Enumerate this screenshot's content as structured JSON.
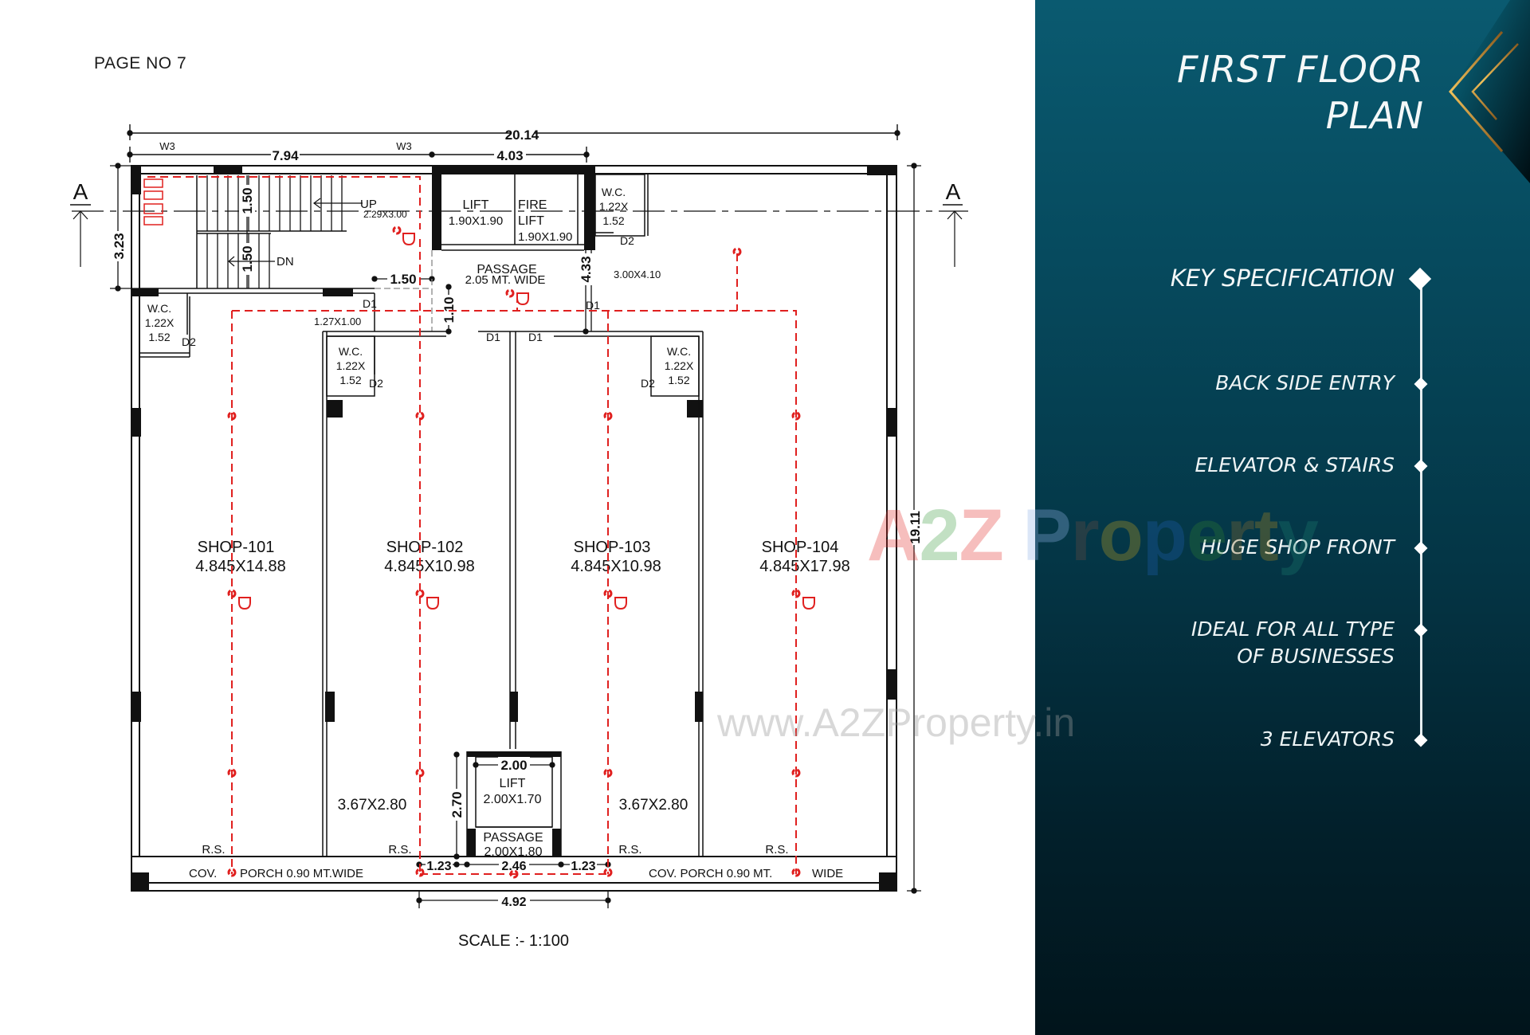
{
  "page": {
    "page_number_label": "PAGE NO 7",
    "scale_label": "SCALE :- 1:100"
  },
  "plan": {
    "overall_dims": {
      "width": "20.14",
      "depth": "19.11",
      "left_block": "7.94",
      "lift_core": "4.03",
      "stair_depth": "3.23",
      "passage_depth": "4.33",
      "front_lift_span": "4.92",
      "front_left": "1.23",
      "front_mid": "2.46",
      "front_right": "1.23",
      "front_lift_depth": "2.70",
      "front_lift_width": "2.00",
      "stair_flight_1": "1.50",
      "stair_flight_2": "1.50",
      "passage_offset": "1.50",
      "passage_gap": "1.10"
    },
    "section_marks": [
      "A",
      "A"
    ],
    "window_tags": [
      "W3",
      "W3"
    ],
    "door_tags": {
      "d1": "D1",
      "d2": "D2"
    },
    "stairs": {
      "up_label": "UP",
      "down_label": "DN",
      "size": "2.29X3.00"
    },
    "lift": {
      "label": "LIFT",
      "size": "1.90X1.90"
    },
    "fire_lift": {
      "label_1": "FIRE",
      "label_2": "LIFT",
      "size": "1.90X1.90"
    },
    "passage": {
      "label": "PASSAGE",
      "size": "2.05 MT. WIDE"
    },
    "wc": {
      "label": "W.C.",
      "size_1": "1.22X",
      "size_2": "1.52"
    },
    "room_back_right": "3.00X4.10",
    "room_back_left": "1.27X1.00",
    "shops": [
      {
        "name": "SHOP-101",
        "size": "4.845X14.88"
      },
      {
        "name": "SHOP-102",
        "size": "4.845X10.98"
      },
      {
        "name": "SHOP-103",
        "size": "4.845X10.98"
      },
      {
        "name": "SHOP-104",
        "size": "4.845X17.98"
      }
    ],
    "front_lift": {
      "label": "LIFT",
      "size": "2.00X1.70"
    },
    "front_passage": {
      "label": "PASSAGE",
      "size": "2.00X1.80"
    },
    "front_room_size": "3.67X2.80",
    "rs_label": "R.S.",
    "porch_left": {
      "part_1": "COV.",
      "part_2": "PORCH 0.90 MT.WIDE"
    },
    "porch_right": {
      "part_1": "COV. PORCH 0.90 MT.",
      "part_2": "WIDE"
    }
  },
  "watermark": {
    "brand_letters": [
      "A",
      "2",
      "Z",
      " ",
      "P",
      "r",
      "o",
      "p",
      "e",
      "r",
      "t",
      "y"
    ],
    "url": "www.A2ZProperty.in"
  },
  "side_panel": {
    "title_line_1": "FIRST FLOOR",
    "title_line_2": "PLAN",
    "spec_heading": "KEY SPECIFICATION",
    "specs": [
      {
        "line_1": "BACK SIDE ENTRY"
      },
      {
        "line_1": "ELEVATOR & STAIRS"
      },
      {
        "line_1": "HUGE SHOP FRONT"
      },
      {
        "line_1": "IDEAL FOR ALL TYPE",
        "line_2": "OF BUSINESSES"
      },
      {
        "line_1": "3 ELEVATORS"
      }
    ],
    "colors": {
      "panel_top": "#0a5a70",
      "panel_bottom": "#01141b",
      "accent_gold": "#c8923a",
      "text": "#f4f8f8"
    }
  },
  "colors": {
    "plan_line": "#111111",
    "electrical_red": "#e0201f"
  }
}
